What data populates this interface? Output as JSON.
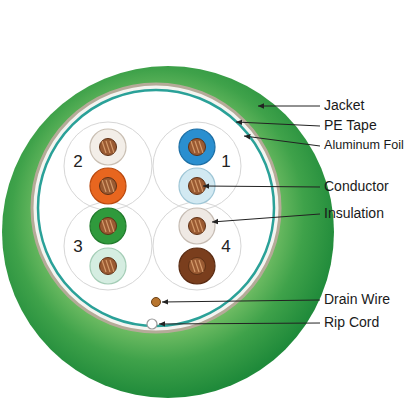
{
  "diagram": {
    "labels": [
      "Jacket",
      "PE Tape",
      "Aluminum Foil",
      "2",
      "1",
      "Conductor",
      "Insulation",
      "3",
      "4",
      "Drain Wire",
      "Rip Cord"
    ]
  }
}
